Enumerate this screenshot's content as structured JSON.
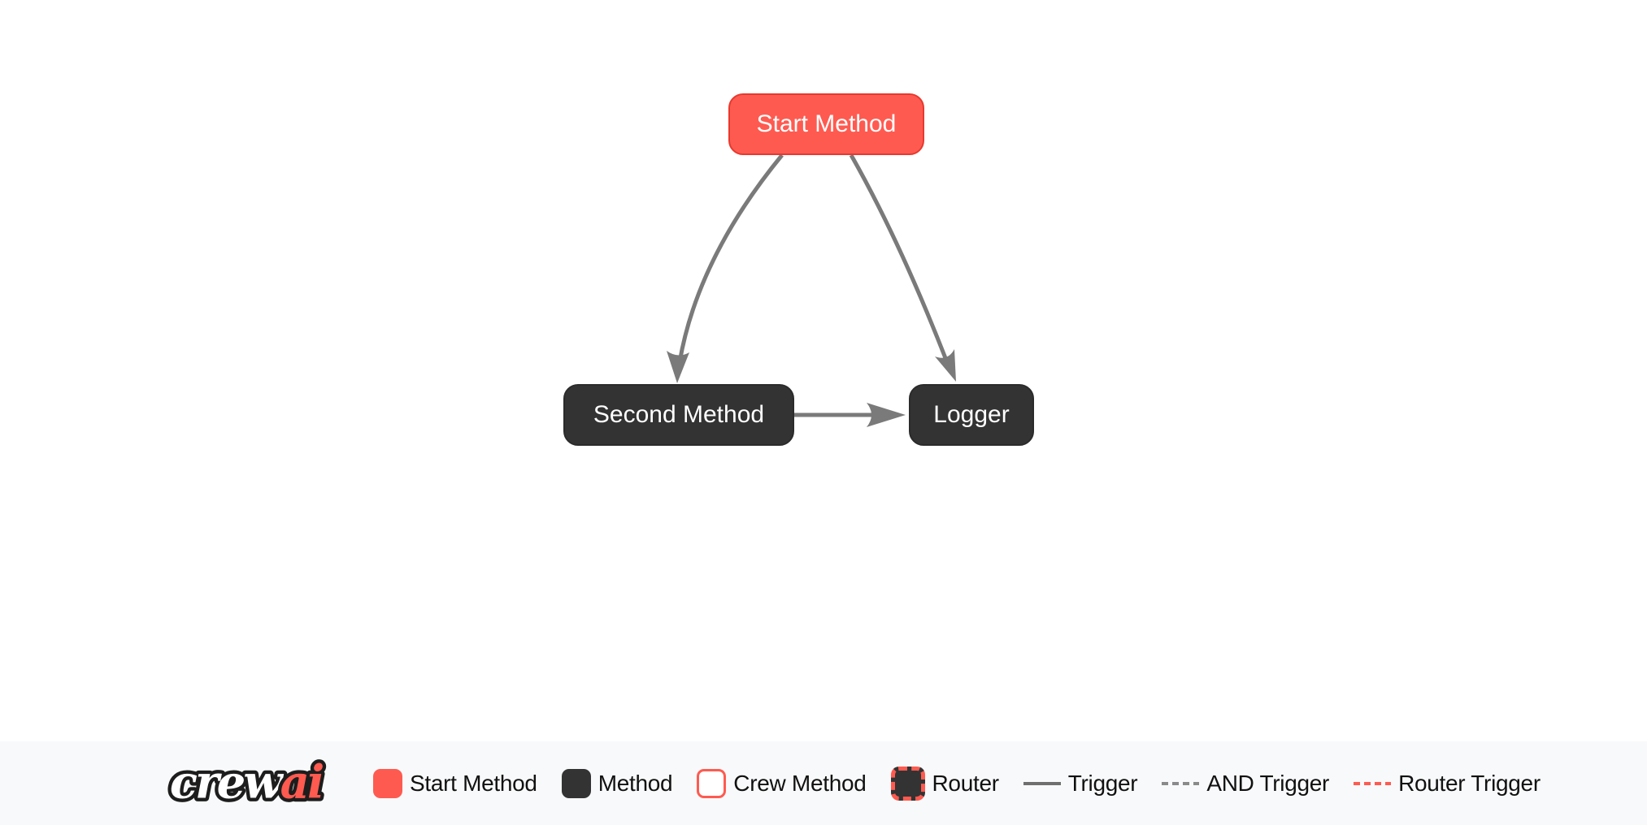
{
  "diagram": {
    "nodes": [
      {
        "id": "start_method",
        "label": "Start Method",
        "type": "start"
      },
      {
        "id": "second_method",
        "label": "Second Method",
        "type": "method"
      },
      {
        "id": "logger",
        "label": "Logger",
        "type": "method"
      }
    ],
    "edges": [
      {
        "from": "start_method",
        "to": "second_method",
        "type": "trigger"
      },
      {
        "from": "start_method",
        "to": "logger",
        "type": "trigger"
      },
      {
        "from": "second_method",
        "to": "logger",
        "type": "trigger"
      }
    ]
  },
  "legend": {
    "logo": {
      "crew": "crew",
      "ai": "ai"
    },
    "items": [
      {
        "label": "Start Method",
        "swatch": "start-node-swatch"
      },
      {
        "label": "Method",
        "swatch": "method-node-swatch"
      },
      {
        "label": "Crew Method",
        "swatch": "crew-method-swatch"
      },
      {
        "label": "Router",
        "swatch": "router-swatch"
      },
      {
        "label": "Trigger",
        "swatch": "trigger-line-swatch"
      },
      {
        "label": "AND Trigger",
        "swatch": "and-trigger-line-swatch"
      },
      {
        "label": "Router Trigger",
        "swatch": "router-trigger-line-swatch"
      }
    ]
  },
  "colors": {
    "canvas_bg": "#FFFFFF",
    "start_node_bg": "#FF5A50",
    "start_node_border": "#E8392E",
    "method_node_bg": "#333333",
    "method_node_border": "#2B2B2B",
    "node_text": "#FFFFFF",
    "edge": "#7A7A7A",
    "legend_bg": "#F8F9FA",
    "legend_text": "#111111",
    "trigger_line": "#6F6F6F",
    "and_trigger": "#8A8A8A",
    "router_trigger": "#FF5A50",
    "logo_outline": "#1D1D1D",
    "logo_crew_fill": "#FFFFFF",
    "logo_ai_fill": "#FF5A50"
  }
}
